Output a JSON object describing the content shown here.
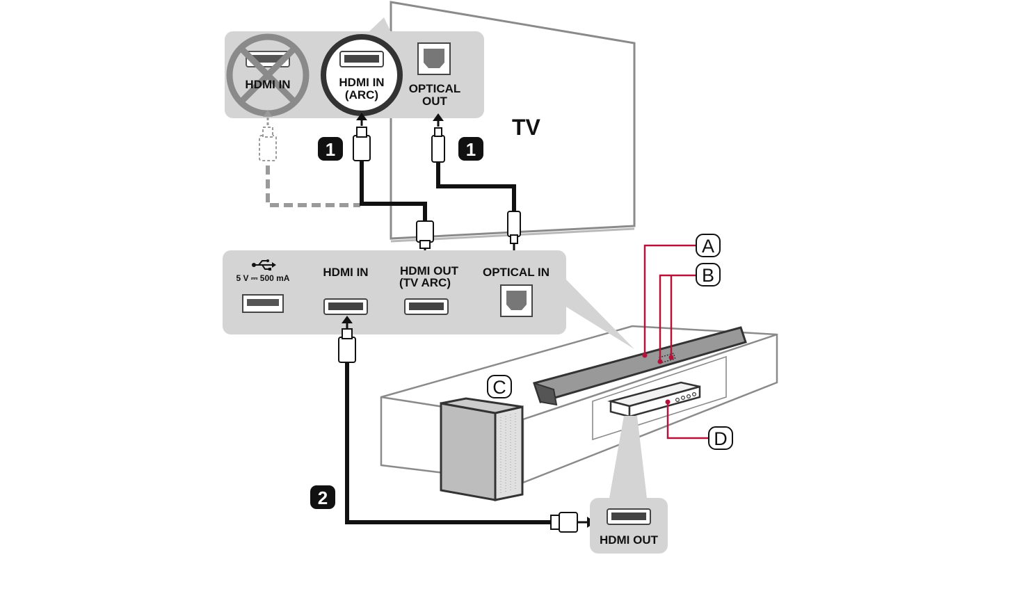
{
  "tv_panel": {
    "hdmi_in_label": "HDMI IN",
    "hdmi_arc_line1": "HDMI IN",
    "hdmi_arc_line2": "(ARC)",
    "optical_out_line1": "OPTICAL",
    "optical_out_line2": "OUT"
  },
  "tv_label": "TV",
  "step_badges": {
    "one": "1",
    "two": "2"
  },
  "soundbar_panel": {
    "usb_power_label": "5 V ⎓ 500 mA",
    "hdmi_in_label": "HDMI IN",
    "hdmi_out_line1": "HDMI OUT",
    "hdmi_out_line2": "(TV ARC)",
    "optical_in_label": "OPTICAL IN"
  },
  "source_panel": {
    "hdmi_out_label": "HDMI OUT"
  },
  "callouts": {
    "a": "A",
    "b": "B",
    "c": "C",
    "d": "D"
  },
  "colors": {
    "panel_gray": "#d4d4d4",
    "cable_black": "#111111",
    "dashed_gray": "#9a9a9a",
    "callout_red": "#b4123a",
    "outline_gray": "#8a8a8a"
  },
  "icons": {
    "usb": "usb-icon",
    "hdmi_port": "hdmi-port-icon",
    "optical_port": "optical-port-icon",
    "prohibited": "prohibited-icon"
  }
}
